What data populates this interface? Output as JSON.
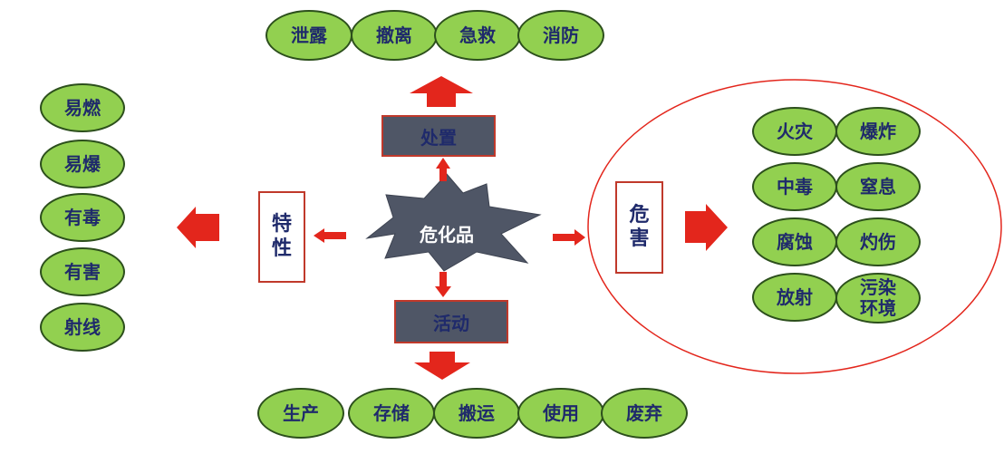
{
  "center": {
    "label": "危化品"
  },
  "disposal": {
    "label": "处置",
    "items": [
      "泄露",
      "撤离",
      "急救",
      "消防"
    ]
  },
  "activity": {
    "label": "活动",
    "items": [
      "生产",
      "存储",
      "搬运",
      "使用",
      "废弃"
    ]
  },
  "characteristics": {
    "label": "特性",
    "items": [
      "易燃",
      "易爆",
      "有毒",
      "有害",
      "射线"
    ]
  },
  "hazards": {
    "label": "危害",
    "items": [
      "火灾",
      "爆炸",
      "中毒",
      "窒息",
      "腐蚀",
      "灼伤",
      "放射",
      "污染环境"
    ]
  },
  "colors": {
    "oval_fill": "#92d050",
    "oval_border": "#2c4f1c",
    "box_fill": "#4f5666",
    "box_border": "#c0392b",
    "arrow": "#e3261c",
    "text": "#1f2a6b",
    "star_fill": "#4f5666"
  }
}
